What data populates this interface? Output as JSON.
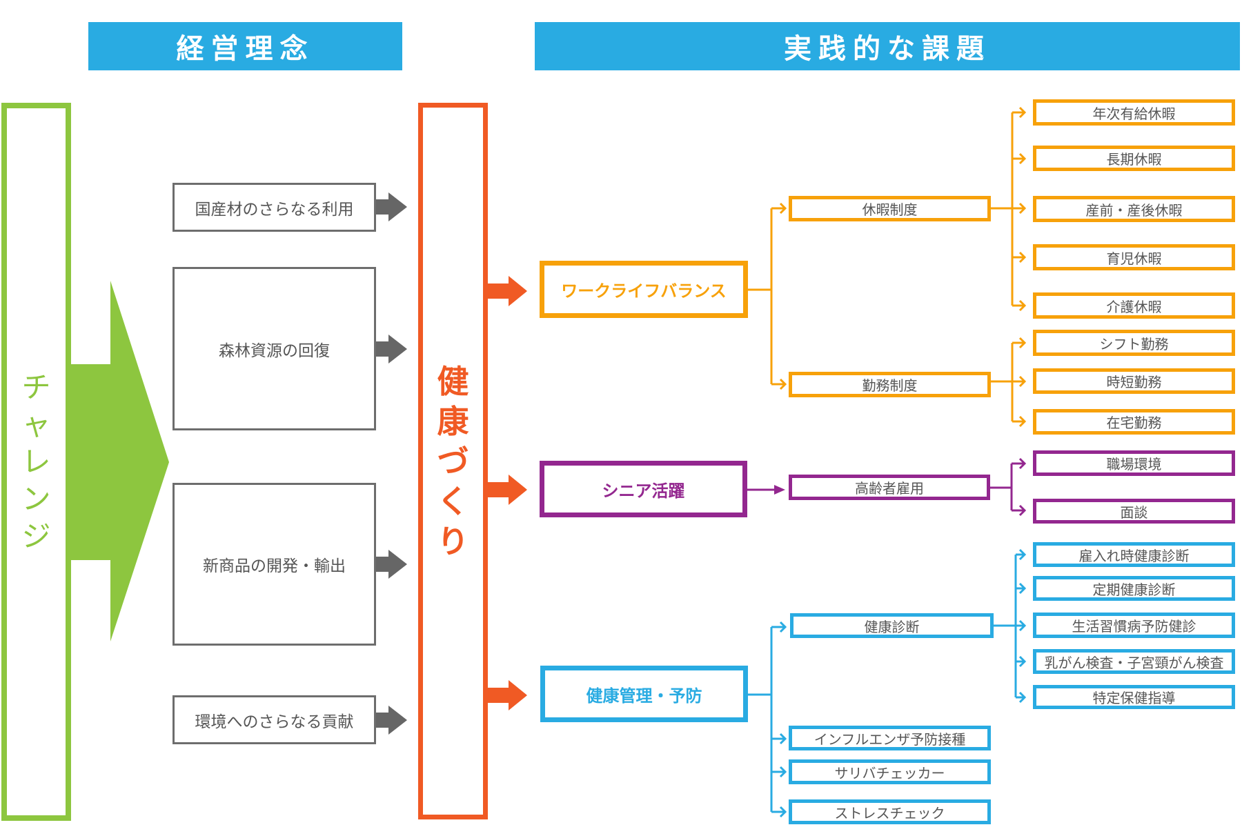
{
  "headers": {
    "philosophy": "経営理念",
    "challenges": "実践的な課題"
  },
  "challenge_column": {
    "label": "チャレンジ",
    "color": "#8dc63f"
  },
  "philosophy_items": [
    "国産材のさらなる利用",
    "森林資源の回復",
    "新商品の開発・輸出",
    "環境へのさらなる貢献"
  ],
  "health_column": {
    "label": "健康づくり",
    "color": "#f05a24"
  },
  "categories": [
    {
      "label": "ワークライフバランス",
      "color": "#f7a10a",
      "groups": [
        {
          "label": "休暇制度",
          "items": [
            "年次有給休暇",
            "長期休暇",
            "産前・産後休暇",
            "育児休暇",
            "介護休暇"
          ]
        },
        {
          "label": "勤務制度",
          "items": [
            "シフト勤務",
            "時短勤務",
            "在宅勤務"
          ]
        }
      ]
    },
    {
      "label": "シニア活躍",
      "color": "#93278f",
      "groups": [
        {
          "label": "高齢者雇用",
          "items": [
            "職場環境",
            "面談"
          ]
        }
      ]
    },
    {
      "label": "健康管理・予防",
      "color": "#29abe2",
      "groups": [
        {
          "label": "健康診断",
          "items": [
            "雇入れ時健康診断",
            "定期健康診断",
            "生活習慣病予防健診",
            "乳がん検査・子宮頸がん検査",
            "特定保健指導"
          ]
        },
        {
          "label": "インフルエンザ予防接種",
          "items": []
        },
        {
          "label": "サリバチェッカー",
          "items": []
        },
        {
          "label": "ストレスチェック",
          "items": []
        }
      ]
    }
  ],
  "colors": {
    "header_bg": "#29abe2",
    "gray_arrow": "#666666",
    "gray_border": "#6d6d6d"
  }
}
